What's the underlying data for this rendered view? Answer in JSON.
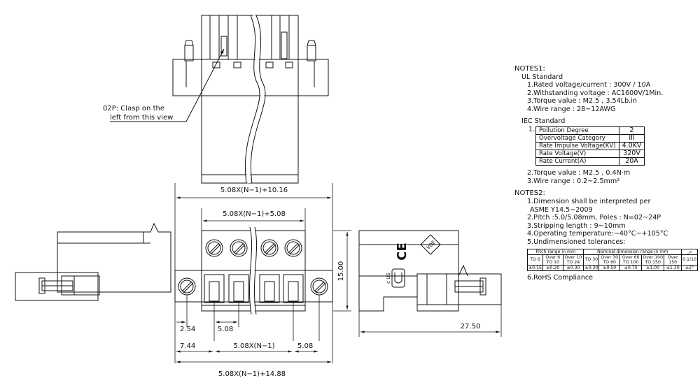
{
  "top_view": {
    "note_line1": "02P: Clasp on the",
    "note_line2": "left from this view"
  },
  "front_view": {
    "dim_top": "5.08X(N−1)+10.16",
    "dim_inner": "5.08X(N−1)+5.08",
    "dim_height": "15.00",
    "dim_left": "2.54",
    "dim_pitch": "5.08",
    "dim_bottom_left": "7.44",
    "dim_bottom_mid": "5.08X(N−1)",
    "dim_bottom_right": "5.08",
    "dim_overall": "5.08X(N−1)+14.88"
  },
  "side_view": {
    "dim_depth": "27.50",
    "mark_ce": "CE",
    "mark_ul": "c  US",
    "mark_vde": "VDE"
  },
  "notes1": {
    "title": "NOTES1:",
    "ul_title": "UL Standard",
    "ul_items": [
      "1.Rated voltage/current : 300V / 10A",
      "2.Withstanding voltage : AC1600V/1Min.",
      "3.Torque value : M2.5 , 3.54Lb.in",
      "4.Wire range : 28~12AWG"
    ],
    "iec_title": "IEC Standard",
    "iec_table_num": "1.",
    "iec_table": [
      [
        "Pollution Degree",
        "2"
      ],
      [
        "Overvoltage Category",
        "III"
      ],
      [
        "Rate Impulse Voltage(KV)",
        "4.0KV"
      ],
      [
        "Rate Voltage(V)",
        "320V"
      ],
      [
        "Rate Current(A)",
        "20A"
      ]
    ],
    "iec_items": [
      "2.Torque value : M2.5 , 0.4N·m",
      "3.Wire range : 0.2~2.5mm²"
    ]
  },
  "notes2": {
    "title": "NOTES2:",
    "items": [
      "1.Dimension shall be interpreted per",
      "ASME Y14.5−2009",
      "2.Pitch :5.0/5.08mm, Poles : N=02~24P",
      "3.Stripping length : 9~10mm",
      "4.Operating temperature:−40°C~+105°C",
      "5.Undimensioned tolerances:"
    ],
    "tolerance": {
      "head_pitch": "Pitch range in mm",
      "head_nominal": "Nominal dimension range in mm",
      "pitch_ranges": [
        "TO 6",
        "Over 6 TO 10",
        "Over 10 TO 24"
      ],
      "nominal_ranges": [
        "TO 30",
        "Over 30 TO 60",
        "Over 60 TO 100",
        "Over 100 TO 150",
        "Over 150"
      ],
      "values": [
        "±0.15",
        "±0.20",
        "±0.30",
        "±0.30",
        "±0.50",
        "±0.70",
        "±1.00",
        "±1.30"
      ],
      "flat": "0.1/10",
      "angle": "±2°"
    },
    "last_item": "6.RoHS Compliance"
  }
}
